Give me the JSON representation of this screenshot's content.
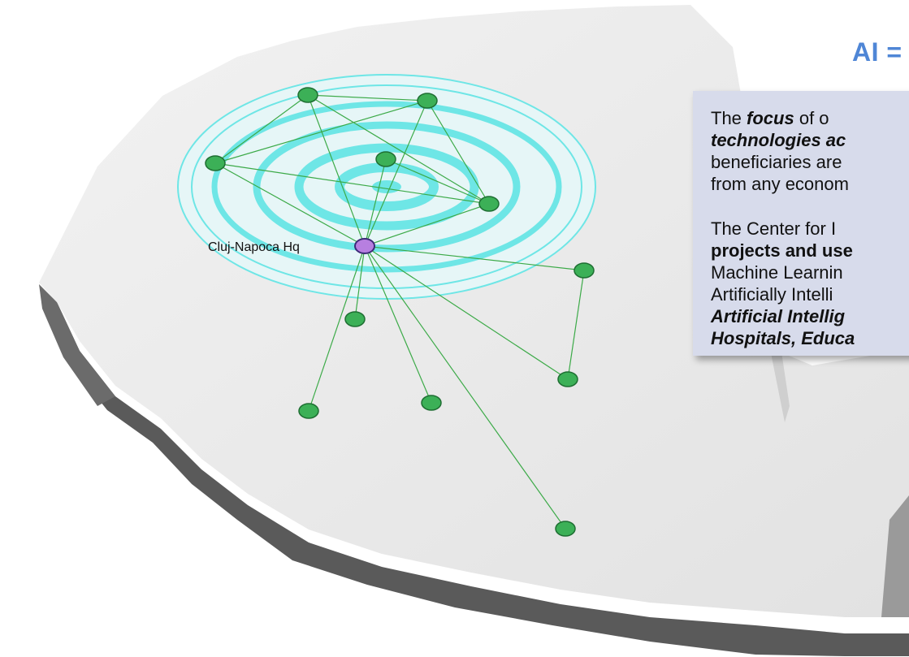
{
  "title": "AI =",
  "hq_label": "Cluj-Napoca Hq",
  "colors": {
    "map_fill": "#ececec",
    "map_shadow": "#555555",
    "ring": "#6ee6e6",
    "node_fill": "#3cb057",
    "node_stroke": "#1e6e32",
    "hq_fill": "#b77fe0",
    "hq_stroke": "#3d2a78",
    "edge": "#3caa48",
    "title": "#4f86d6",
    "box": "#d7dbeb"
  },
  "paragraph1": {
    "t1": "The ",
    "t2": "focus",
    "t3": " of o",
    "t4": "technologies ac",
    "t5": "beneficiaries are",
    "t6": "from any econom"
  },
  "paragraph2": {
    "t1": "The Center for I",
    "t2": "projects and use",
    "t3": "Machine Learnin",
    "t4": "Artificially Intelli",
    "t5": "Artificial Intellig",
    "t6": "Hospitals, Educa"
  }
}
